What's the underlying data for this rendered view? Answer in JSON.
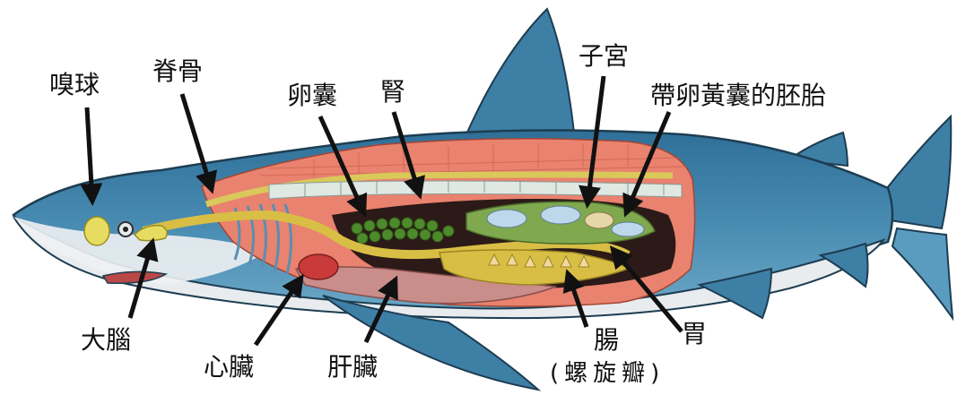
{
  "diagram": {
    "labels": {
      "olfactory_bulb": "嗅球",
      "spine": "脊骨",
      "ovary": "卵囊",
      "kidney": "腎",
      "uterus": "子宮",
      "embryo": "帶卵黃囊的胚胎",
      "brain": "大腦",
      "heart": "心臟",
      "liver": "肝臟",
      "intestine": "腸",
      "spiral_valve": "(螺旋瓣)",
      "stomach": "胃"
    },
    "colors": {
      "body_blue": "#3f80a8",
      "belly_white": "#e9ecef",
      "muscle_red": "#e77d6e",
      "organ_yellow": "#d9c34a",
      "ovary_green": "#4e8a2c",
      "heart_red": "#c93a3a",
      "cavity_dark": "#2b1a17"
    }
  }
}
